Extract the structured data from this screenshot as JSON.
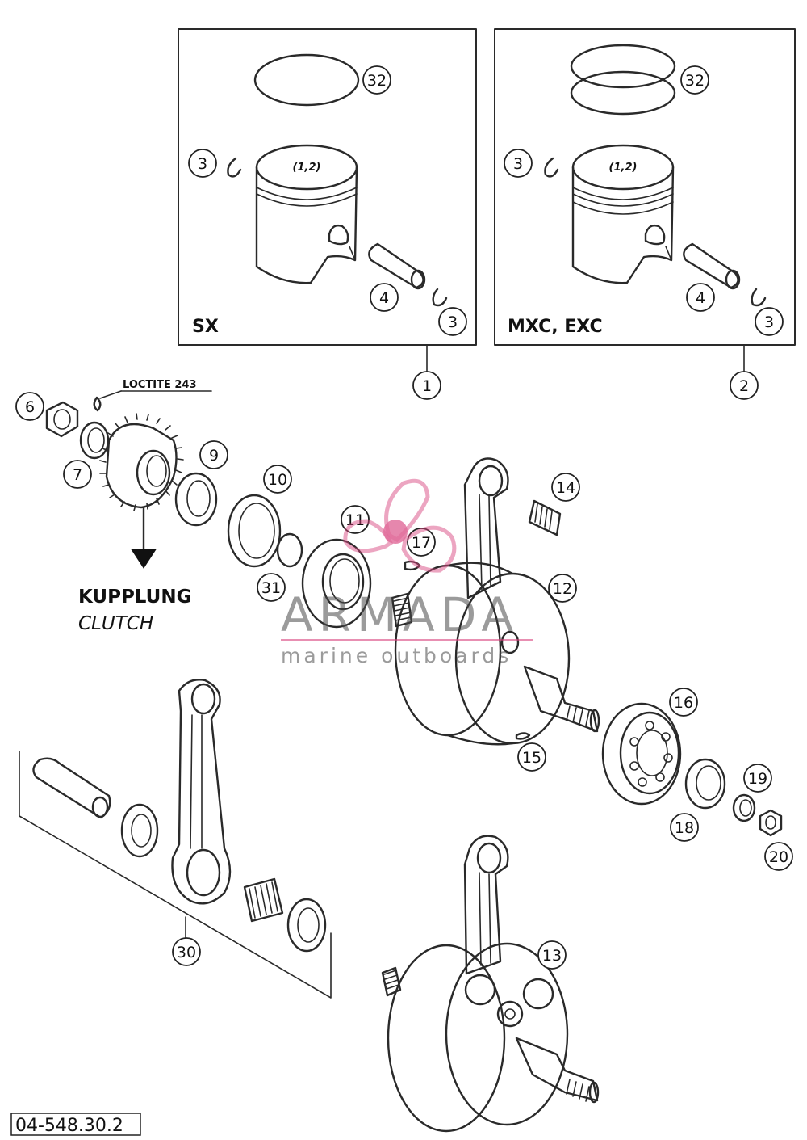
{
  "diagram": {
    "boxes": [
      {
        "id": "box-sx",
        "label": "SX",
        "callout": "1"
      },
      {
        "id": "box-mxc",
        "label": "MXC, EXC",
        "callout": "2"
      }
    ],
    "piston_marking": "(1,2)",
    "callouts": {
      "c1": "1",
      "c2": "2",
      "c3": "3",
      "c4": "4",
      "c6": "6",
      "c7": "7",
      "c9": "9",
      "c10": "10",
      "c11": "11",
      "c12": "12",
      "c13": "13",
      "c14": "14",
      "c15": "15",
      "c16": "16",
      "c17": "17",
      "c18": "18",
      "c19": "19",
      "c20": "20",
      "c30": "30",
      "c31": "31",
      "c32": "32"
    },
    "note": "LOCTITE 243",
    "kupplung": "KUPPLUNG",
    "clutch": "CLUTCH",
    "document_number": "04-548.30.2"
  },
  "watermark": {
    "brand": "ARMADA",
    "tagline": "marine outboards",
    "brand_color": "#d9457f"
  }
}
